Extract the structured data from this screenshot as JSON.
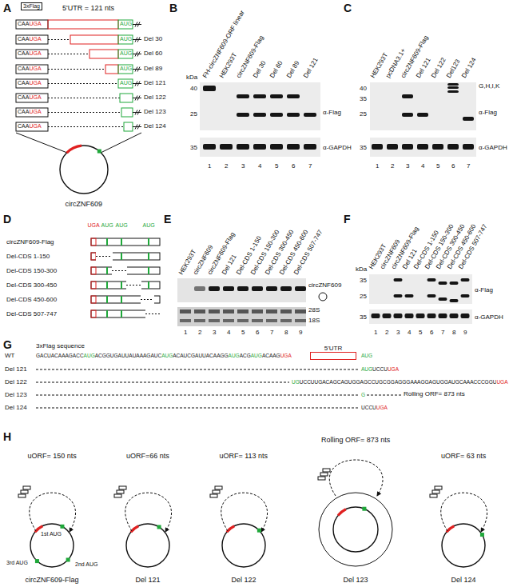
{
  "diagram": {
    "nodes": [
      {
        "text": [
          "3xFlag"
        ]
      },
      {
        "text": [
          "5'UTR"
        ]
      }
    ],
    "labels": [
      "A",
      "5'UTR = 121 nts",
      "CAA",
      "UGA",
      "AUG",
      "CAA",
      "UGA",
      "AUG",
      "Del 30",
      "CAA",
      "UGA",
      "AUG",
      "Del 60",
      "CAA",
      "UGA",
      "AUG",
      "Del 89",
      "CAA",
      "UGA",
      "AUG",
      "Del 121",
      "CAA",
      "UGA",
      "Del 122",
      "CAA",
      "UGA",
      "Del 123",
      "CAA",
      "UGA",
      "Del 124",
      "circZNF609",
      "B",
      "FH-circZNF609-ORF linear",
      "HEK293T",
      "circZNF609-Flag",
      "Del 30",
      "Del 60",
      "Del 89",
      "Del 121",
      "kDa",
      "40",
      "25",
      "α-Flag",
      "35",
      "α-GAPDH",
      "1",
      "2",
      "3",
      "4",
      "5",
      "6",
      "7",
      "C",
      "HEK293T",
      "pcDNA3.1+",
      "circZNF609-Flag",
      "Del 121",
      "Del 122",
      "Del123",
      "Del 124",
      "40",
      "35",
      "25",
      "G,H,I,K",
      "α-Flag",
      "35",
      "α-GAPDH",
      "1",
      "2",
      "3",
      "4",
      "5",
      "6",
      "7",
      "D",
      "UGA",
      "AUG",
      "AUG",
      "AUG",
      "circZNF609-Flag",
      "Del-CDS 1-150",
      "Del-CDS 150-300",
      "Del-CDS 300-450",
      "Del-CDS 450-600",
      "Del-CDS 507-747",
      "E",
      "HEK293T",
      "circZNF609",
      "circZNF609-Flag",
      "Del 121",
      "Del-CDS 1-150",
      "Del-CDS 150-300",
      "Del-CDS 300-450",
      "Del-CDS 450-600",
      "Del-CDS 507-747",
      "circZNF609",
      "28S",
      "18S",
      "1",
      "2",
      "3",
      "4",
      "5",
      "6",
      "7",
      "8",
      "9",
      "F",
      "HEK293T",
      "circZNF609",
      "circZNF609-Flag",
      "Del 121",
      "Del-CDS 1-150",
      "Del-CDS 150-300",
      "Del-CDS 300-450",
      "Del-CDS 450-600",
      "Del-CDS 507-747",
      "kDa",
      "35",
      "25",
      "α-Flag",
      "35",
      "α-GAPDH",
      "1",
      "2",
      "3",
      "4",
      "5",
      "6",
      "7",
      "8",
      "9",
      "G",
      "3xFlag sequence",
      "WT",
      "GACUACAAAGACC",
      "AUG",
      "ACGGUGAUUAUAAAGAUC",
      "AUG",
      "ACAUCGAUUACAAGG",
      "AUG",
      "ACG",
      "AUG",
      "ACAAG",
      "UGA",
      "AUG",
      "Del 121",
      "AUG",
      "UCCU",
      "UGA",
      "Del 122",
      "UG",
      "UCCUUGACAGCAGUGGAGCCUGCGGAGGGAAAGGAGUGGAUGCAAACCCGGU",
      "UGA",
      "Del 123",
      "G",
      "Rolling ORF= 873 nts",
      "Del 124",
      "UCCU",
      "UGA",
      "H",
      "uORF= 150 nts",
      "1st AUG",
      "3rd AUG",
      "2nd AUG",
      "circZNF609-Flag",
      "uORF=66 nts",
      "Del 121",
      "uORF= 113 nts",
      "Del 122",
      "Rolling ORF= 873 nts",
      "Del 123",
      "uORF= 63 nts",
      "Del 124"
    ]
  }
}
